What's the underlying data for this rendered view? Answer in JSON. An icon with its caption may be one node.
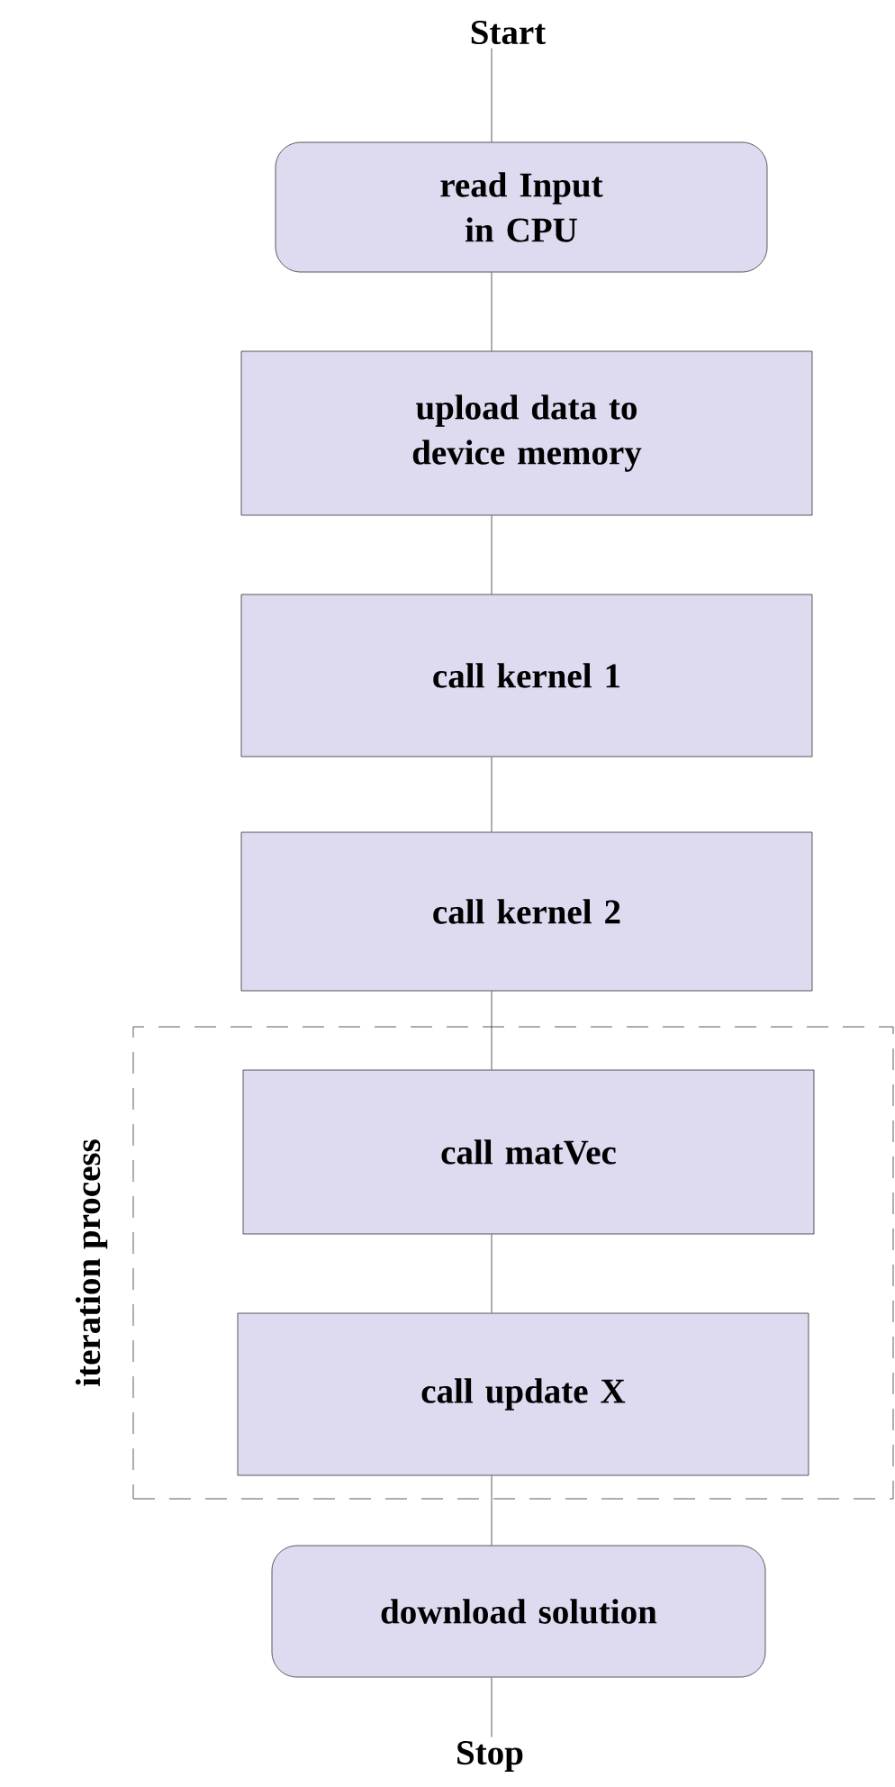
{
  "diagram": {
    "nodes": [
      {
        "text": [
          "Start"
        ]
      },
      {
        "text": [
          "read Input in CPU"
        ]
      },
      {
        "text": [
          "upload data to device memory"
        ]
      },
      {
        "text": [
          "call kernel 1"
        ]
      },
      {
        "text": [
          "call kernel 2"
        ]
      },
      {
        "text": [
          "iteration process"
        ]
      },
      {
        "text": [
          "call matVec"
        ],
        "in": 5
      },
      {
        "text": [
          "call update X"
        ],
        "in": 5
      },
      {
        "text": [
          "download solution"
        ]
      },
      {
        "text": [
          "Stop"
        ]
      }
    ],
    "edges": [
      {
        "from": 0,
        "to": 1,
        "arrow": "none"
      },
      {
        "from": 1,
        "to": 2,
        "arrow": "none"
      },
      {
        "from": 2,
        "to": 3,
        "arrow": "none"
      },
      {
        "from": 3,
        "to": 4,
        "arrow": "none"
      },
      {
        "from": 4,
        "to": 6,
        "arrow": "none"
      },
      {
        "from": 6,
        "to": 7,
        "arrow": "none"
      },
      {
        "from": 7,
        "to": 8,
        "arrow": "none"
      },
      {
        "from": 8,
        "to": 9,
        "arrow": "none"
      }
    ]
  }
}
